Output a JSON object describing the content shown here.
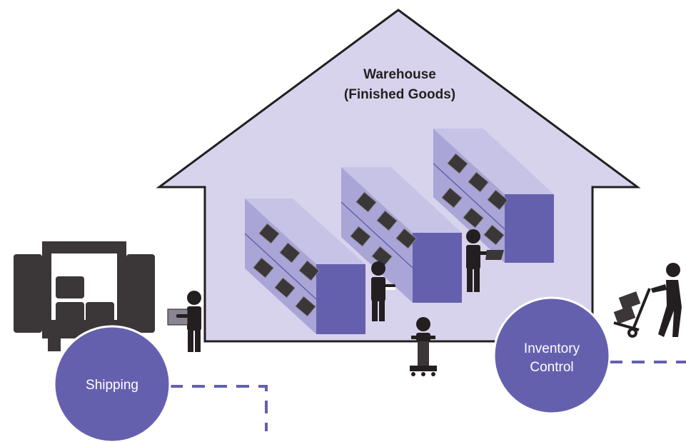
{
  "warehouse": {
    "title_line1": "Warehouse",
    "title_line2": "(Finished Goods)"
  },
  "nodes": {
    "shipping": "Shipping",
    "inventory_line1": "Inventory",
    "inventory_line2": "Control"
  },
  "colors": {
    "house_fill": "#d8d3ec",
    "house_stroke": "#231f20",
    "accent": "#6560ae",
    "shelf_top": "#c6c3e6",
    "shelf_side": "#a9a5d6",
    "box": "#3b3637",
    "figure": "#231f20"
  }
}
